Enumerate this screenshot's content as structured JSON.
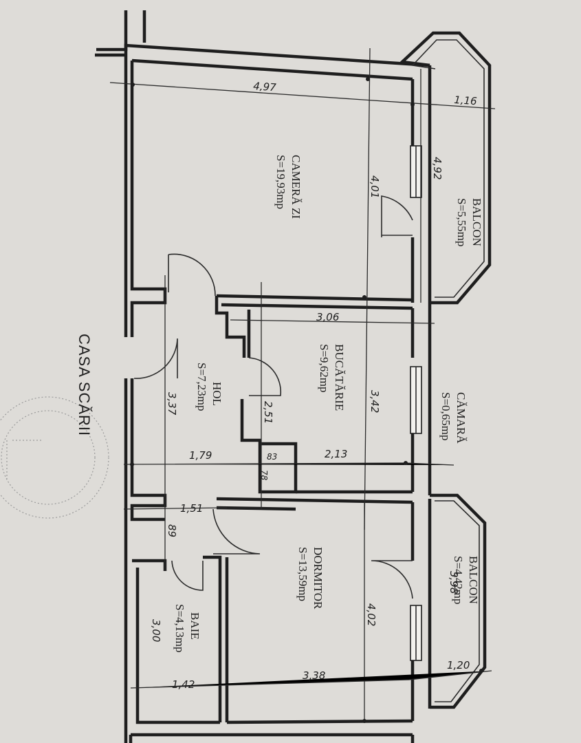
{
  "rooms": {
    "camera_zi": {
      "name": "CAMERĂ ZI",
      "area": "S=19,93mp"
    },
    "balcon_1": {
      "name": "BALCON",
      "area": "S=5,55mp"
    },
    "bucatarie": {
      "name": "BUCĂTĂRIE",
      "area": "S=9,62mp"
    },
    "hol": {
      "name": "HOL",
      "area": "S=7,23mp"
    },
    "camara": {
      "name": "CĂMARĂ",
      "area": "S=0,65mp"
    },
    "dormitor": {
      "name": "DORMITOR",
      "area": "S=13,59mp"
    },
    "balcon_2": {
      "name": "BALCON",
      "area": "S=4,42mp"
    },
    "baie": {
      "name": "BAIE",
      "area": "S=4,13mp"
    }
  },
  "stairwell_label": "CASA SCĂRII",
  "dimensions": {
    "d_497": "4,97",
    "d_116": "1,16",
    "d_492": "4,92",
    "d_401": "4,01",
    "d_306": "3,06",
    "d_342": "3,42",
    "d_251": "2,51",
    "d_337": "3,37",
    "d_179": "1,79",
    "d_83": "83",
    "d_78": "78",
    "d_213": "2,13",
    "d_151": "1,51",
    "d_89": "89",
    "d_398": "3,98",
    "d_402": "4,02",
    "d_300": "3,00",
    "d_142": "1,42",
    "d_338": "3,38",
    "d_120": "1,20"
  }
}
